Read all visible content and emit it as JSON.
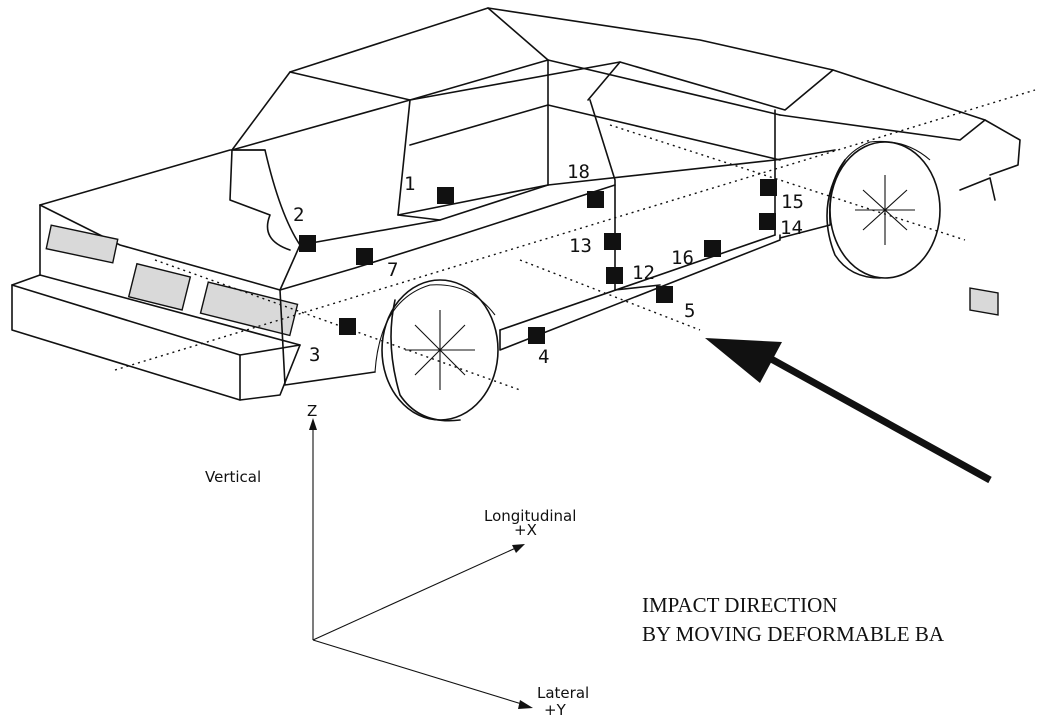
{
  "sensors": [
    {
      "id": "1",
      "label": "1"
    },
    {
      "id": "2",
      "label": "2"
    },
    {
      "id": "3",
      "label": "3"
    },
    {
      "id": "4",
      "label": "4"
    },
    {
      "id": "5",
      "label": "5"
    },
    {
      "id": "7",
      "label": "7"
    },
    {
      "id": "12",
      "label": "12"
    },
    {
      "id": "13",
      "label": "13"
    },
    {
      "id": "14",
      "label": "14"
    },
    {
      "id": "15",
      "label": "15"
    },
    {
      "id": "16",
      "label": "16"
    },
    {
      "id": "18",
      "label": "18"
    }
  ],
  "axes": {
    "z": {
      "name": "Vertical",
      "symbol": "Z"
    },
    "x": {
      "name": "Longitudinal",
      "symbol": "+X"
    },
    "y": {
      "name": "Lateral",
      "symbol": "+Y"
    }
  },
  "caption": {
    "line1": "IMPACT DIRECTION",
    "line2": "BY MOVING DEFORMABLE BA"
  }
}
